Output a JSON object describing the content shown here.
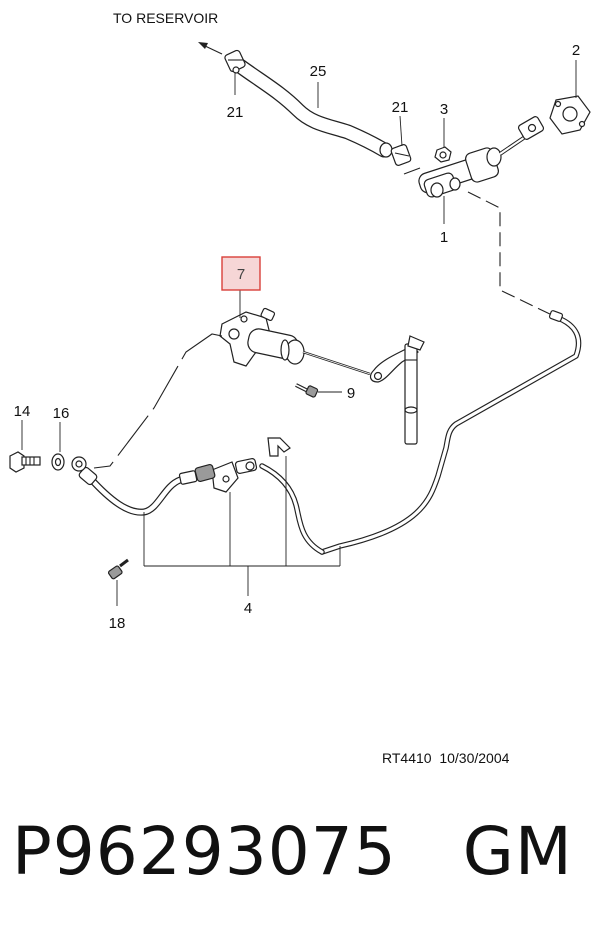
{
  "diagram": {
    "reservoir_label": "TO RESERVOIR",
    "callouts": {
      "c1": "1",
      "c2": "2",
      "c3": "3",
      "c4": "4",
      "c7": "7",
      "c9": "9",
      "c14": "14",
      "c16": "16",
      "c18": "18",
      "c21a": "21",
      "c21b": "21",
      "c25": "25"
    },
    "highlight_color": "#d9403a",
    "highlight_fill": "#f6d6d6",
    "reference": "RT4410  10/30/2004"
  },
  "footer": {
    "part_number": "P96293075",
    "brand": "GM"
  }
}
